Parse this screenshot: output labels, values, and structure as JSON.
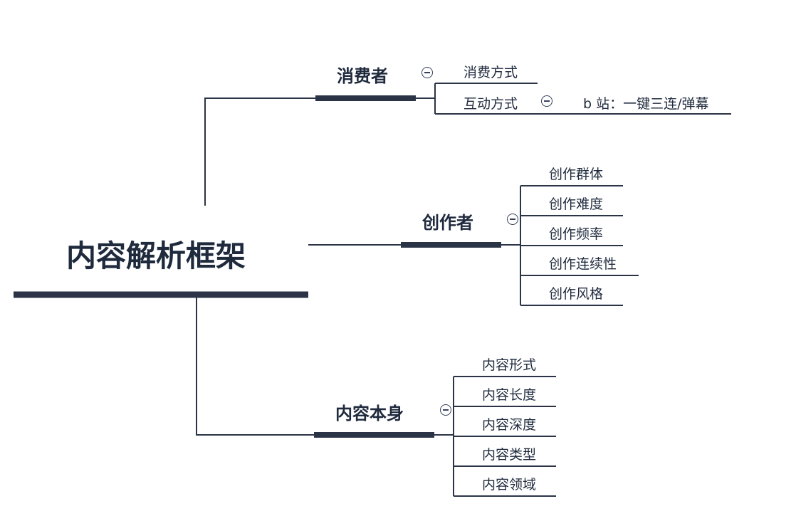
{
  "root": {
    "label": "内容解析框架"
  },
  "consumers": {
    "label": "消费者",
    "children": [
      {
        "label": "消费方式"
      },
      {
        "label": "互动方式",
        "children": [
          {
            "label": "b 站：一键三连/弹幕"
          }
        ]
      }
    ]
  },
  "creators": {
    "label": "创作者",
    "children": [
      {
        "label": "创作群体"
      },
      {
        "label": "创作难度"
      },
      {
        "label": "创作频率"
      },
      {
        "label": "创作连续性"
      },
      {
        "label": "创作风格"
      }
    ]
  },
  "content": {
    "label": "内容本身",
    "children": [
      {
        "label": "内容形式"
      },
      {
        "label": "内容长度"
      },
      {
        "label": "内容深度"
      },
      {
        "label": "内容类型"
      },
      {
        "label": "内容领域"
      }
    ]
  },
  "colors": {
    "line": "#2b3446",
    "text": "#1f2a3d"
  }
}
